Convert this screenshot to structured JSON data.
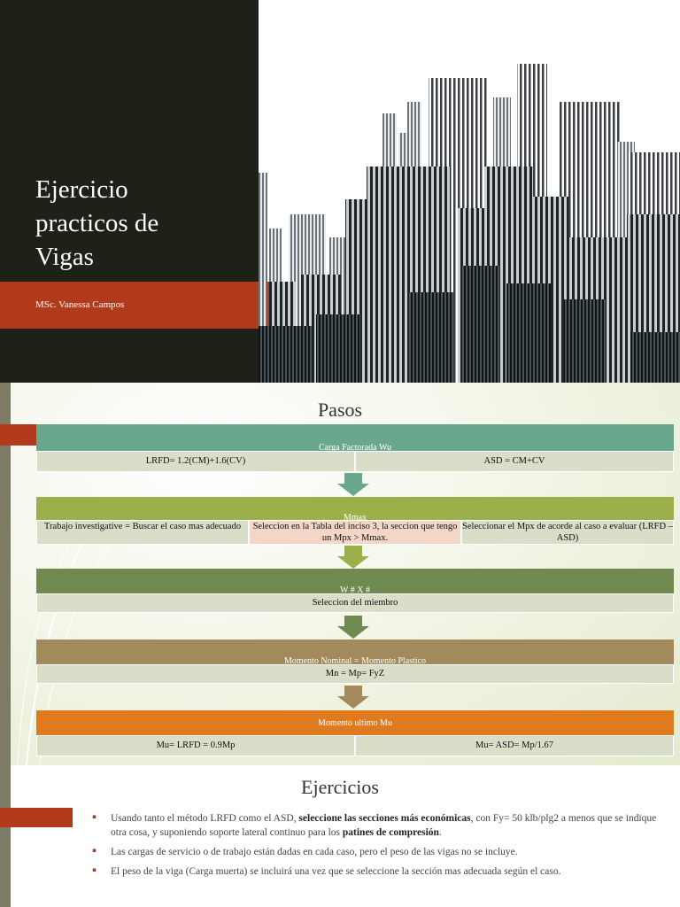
{
  "slide1": {
    "title_lines": [
      "Ejercicio",
      "practicos de",
      "Vigas"
    ],
    "author": "MSc. Vanessa Campos",
    "colors": {
      "dark_panel": "#1f2119",
      "accent": "#b23a1c"
    },
    "image": "city-skyline-illustration"
  },
  "slide2": {
    "title": "Pasos",
    "steps": [
      {
        "header": "Carga Factorada Wu",
        "color": "#6aa88e",
        "cells": [
          "LRFD= 1.2(CM)+1.6(CV)",
          "ASD = CM+CV"
        ]
      },
      {
        "header": "Mmax",
        "color": "#9bb04a",
        "cells": [
          "Trabajo investigative = Buscar el caso mas adecuado",
          "Seleccion en la Tabla del inciso 3, la seccion que tengo un Mpx > Mmax.",
          "Seleccionar el Mpx de acorde al caso a evaluar (LRFD – ASD)"
        ]
      },
      {
        "header": "W # X #",
        "color": "#6f8a50",
        "cells": [
          "Seleccion del miembro"
        ]
      },
      {
        "header": "Momento Nominal = Momento Plastico",
        "color": "#a38a5c",
        "cells": [
          "Mn = Mp= FyZ"
        ]
      },
      {
        "header": "Momento ultimo Mu",
        "color": "#e07a1e",
        "cells": [
          "Mu= LRFD = 0.9Mp",
          "Mu= ASD= Mp/1.67"
        ]
      }
    ],
    "highlight_color": "#f3d6c6"
  },
  "slide3": {
    "title": "Ejercicios",
    "bullet_mark": "￭",
    "bullet1": {
      "t1": "Usando tanto el método LRFD como el ASD, ",
      "b1": "seleccione las secciones más económicas",
      "t2": ", con Fy= 50 klb/plg2 a menos que se indique otra cosa, y suponiendo soporte lateral continuo para los ",
      "b2": "patines de compresión",
      "t3": "."
    },
    "bullet2": "Las cargas de servicio o de trabajo están dadas en cada caso, pero el peso de las vigas no se incluye.",
    "bullet3": "El peso de la viga (Carga muerta) se incluirá una vez que se seleccione la sección mas adecuada según el caso."
  }
}
